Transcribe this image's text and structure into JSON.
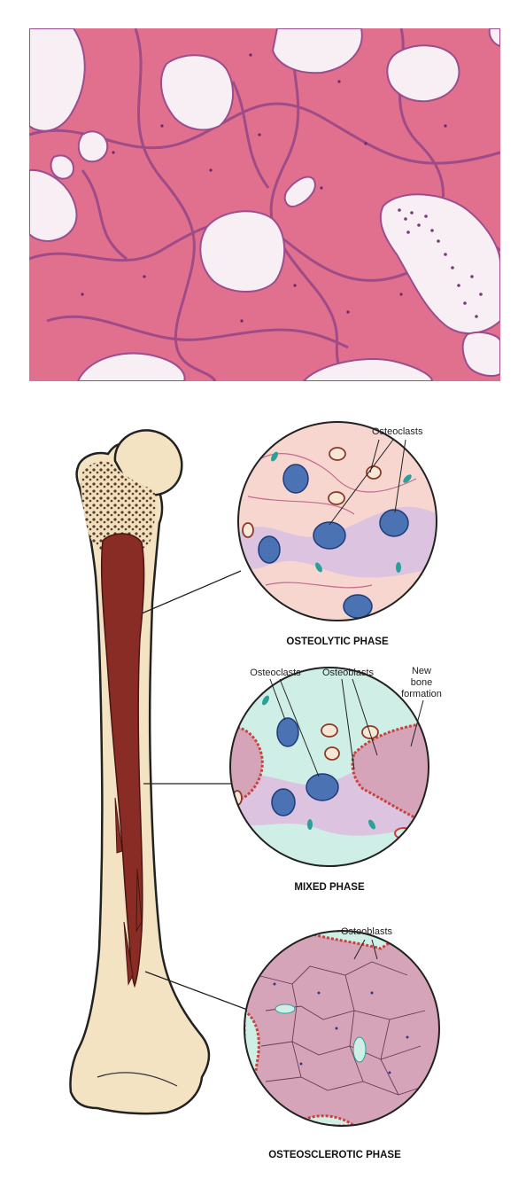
{
  "micrograph": {
    "caption": ""
  },
  "panels": [
    {
      "phase_label": "OSTEOLYTIC PHASE",
      "callouts": [
        "Osteoclasts"
      ]
    },
    {
      "phase_label": "MIXED PHASE",
      "callouts": [
        "Osteoclasts",
        "Osteoblasts",
        "New",
        "bone",
        "formation"
      ]
    },
    {
      "phase_label": "OSTEOSCLEROTIC PHASE",
      "callouts": [
        "Osteoblasts"
      ]
    }
  ],
  "colors": {
    "stain_pink": "#e2708f",
    "stain_purple": "#8a3f86",
    "marrow_space": "#f6eef2",
    "bone_beige": "#f3e3c3",
    "marrow_red": "#8a2c26",
    "osteoclast_blue": "#4b73b4",
    "osteoblast_red": "#c8433e",
    "lytic_bg": "#f7d6cf",
    "fibrous_teal": "#cfeee6",
    "sclerotic_mauve": "#d6a4b8"
  }
}
